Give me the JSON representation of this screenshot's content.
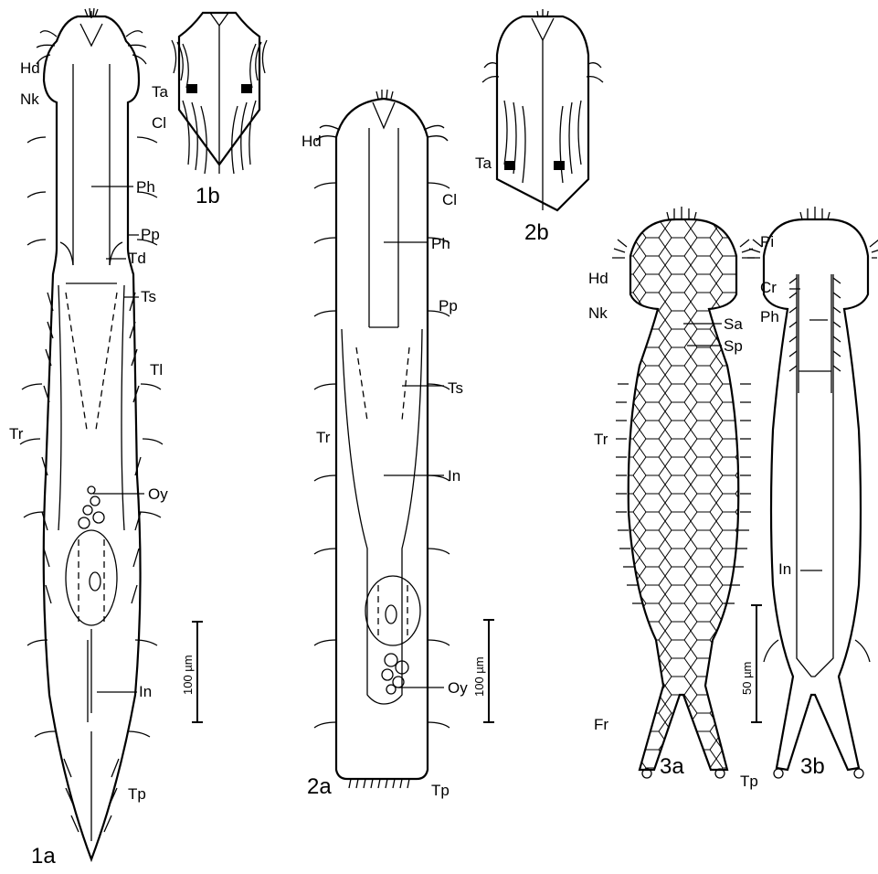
{
  "figure_labels": {
    "f1a": "1a",
    "f1b": "1b",
    "f2a": "2a",
    "f2b": "2b",
    "f3a": "3a",
    "f3b": "3b"
  },
  "labels_1a": {
    "hd": "Hd",
    "nk": "Nk",
    "ph": "Ph",
    "pp": "Pp",
    "td": "Td",
    "ts": "Ts",
    "tl": "Tl",
    "tr": "Tr",
    "oy": "Oy",
    "in": "In",
    "tp": "Tp"
  },
  "labels_1b": {
    "ta": "Ta",
    "cl": "Cl"
  },
  "labels_2a": {
    "hd": "Hd",
    "cl": "Cl",
    "ph": "Ph",
    "pp": "Pp",
    "ts": "Ts",
    "tr": "Tr",
    "in": "In",
    "oy": "Oy",
    "tp": "Tp"
  },
  "labels_2b": {
    "ta": "Ta"
  },
  "labels_3a": {
    "hd": "Hd",
    "nk": "Nk",
    "sa": "Sa",
    "sp": "Sp",
    "tr": "Tr",
    "fr": "Fr"
  },
  "labels_3b": {
    "pi": "Pi",
    "cr": "Cr",
    "ph": "Ph",
    "in": "In",
    "tp": "Tp"
  },
  "scale_bars": {
    "s1": "100 µm",
    "s2": "100 µm",
    "s3": "50 µm"
  }
}
